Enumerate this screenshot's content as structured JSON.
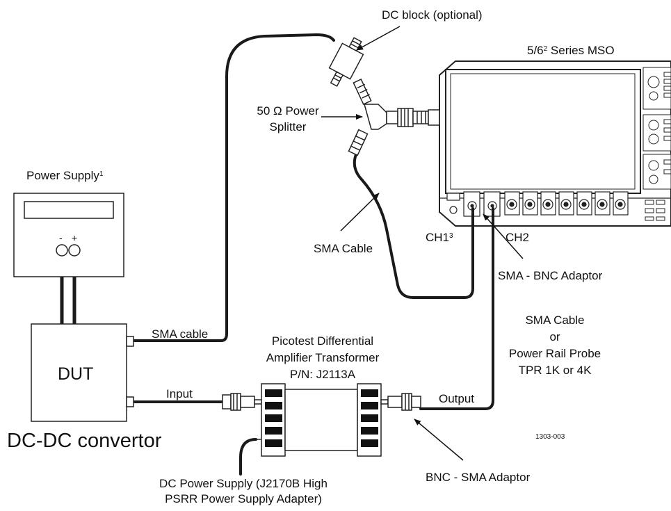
{
  "labels": {
    "dc_block": "DC block (optional)",
    "scope_title_a": "5/6",
    "scope_title_sup": "2",
    "scope_title_b": " Series MSO",
    "splitter_line1": "50 Ω Power",
    "splitter_line2": "Splitter",
    "power_supply": "Power Supply",
    "power_supply_sup": "1",
    "ps_minus": "-",
    "ps_plus": "+",
    "sma_cable_mid": "SMA Cable",
    "ch1": "CH1",
    "ch1_sup": "3",
    "ch2": "CH2",
    "sma_bnc_adaptor": "SMA - BNC Adaptor",
    "sma_cable_dut": "SMA cable",
    "transformer_line1": "Picotest Differential",
    "transformer_line2": "Amplifier Transformer",
    "transformer_line3": "P/N: J2113A",
    "alt_line1": "SMA Cable",
    "alt_line2": "or",
    "alt_line3": "Power Rail Probe",
    "alt_line4": "TPR 1K or 4K",
    "dut": "DUT",
    "input": "Input",
    "output": "Output",
    "dc_dc_convertor": "DC-DC convertor",
    "figure_id": "1303-003",
    "bnc_sma_adaptor": "BNC - SMA Adaptor",
    "dc_supply_line1": "DC Power Supply (J2170B High",
    "dc_supply_line2": "PSRR Power Supply Adapter)"
  }
}
